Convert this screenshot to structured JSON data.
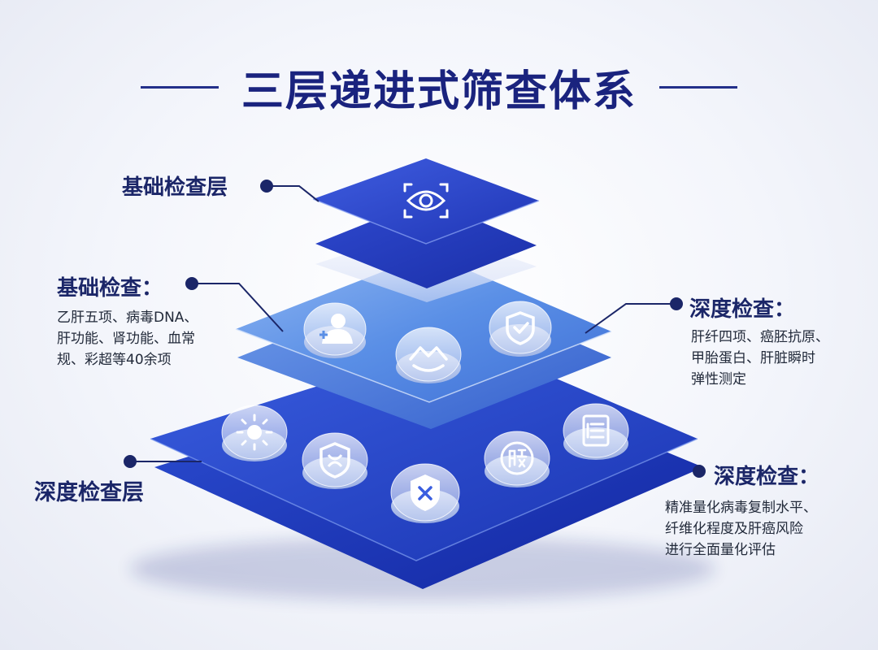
{
  "title": "三层递进式筛查体系",
  "layers": {
    "top_label": "基础检查层",
    "bottom_label": "深度检查层"
  },
  "callouts": {
    "basic": {
      "heading": "基础检查：",
      "lines": [
        "乙肝五项、病毒DNA、",
        "肝功能、肾功能、血常",
        "规、彩超等40余项"
      ]
    },
    "deep_1": {
      "heading": "深度检查：",
      "lines": [
        "肝纤四项、癌胚抗原、",
        "甲胎蛋白、肝脏瞬时",
        "弹性测定"
      ]
    },
    "deep_2": {
      "heading": "深度检查：",
      "lines": [
        "精准量化病毒复制水平、",
        "纤维化程度及肝癌风险",
        "进行全面量化评估"
      ]
    }
  },
  "icons": {
    "top": [
      "eye-scan-icon"
    ],
    "middle": [
      "doctor-icon",
      "care-hands-icon",
      "shield-check-icon"
    ],
    "bottom": [
      "sun-icon",
      "shield-dna-icon",
      "shield-cross-icon",
      "liver-char-icon",
      "clipboard-icon"
    ]
  },
  "colors": {
    "title": "#1a237e",
    "layer_top": "#2b44c8",
    "layer_middle": "#4a7ee0",
    "layer_bottom": "#1f3fc0",
    "accent_line": "#1b2668"
  }
}
